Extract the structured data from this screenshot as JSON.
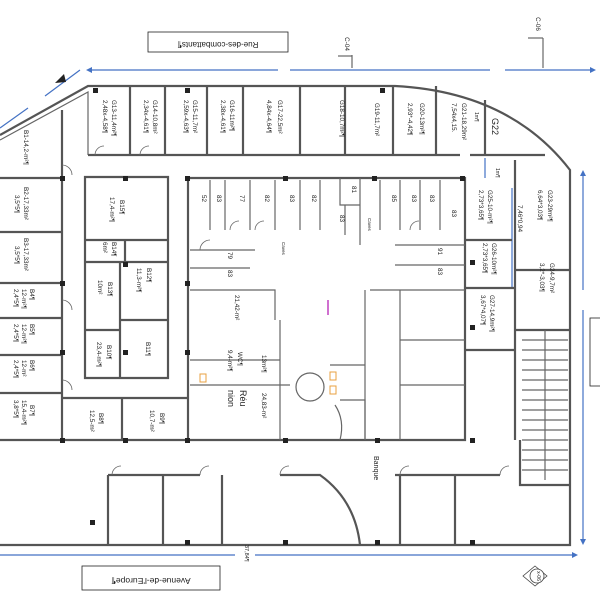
{
  "streets": {
    "top": "Rue-des-combattants¶",
    "bottom": "Avenue-de-l'Europe¶"
  },
  "markers": {
    "c04": "C-04",
    "c06": "C-06",
    "x06": "x-06"
  },
  "dimensions": {
    "bottom": "37,84¶",
    "g25_span": "7,46*0,94",
    "one_m_a": "1m¶",
    "one_m_b": "1m¶"
  },
  "colors": {
    "dimension_line": "#4472c4",
    "wall": "#555555",
    "door_marker": "#e8a040"
  },
  "rooms_top": [
    {
      "name": "G13-11,4m²¶",
      "dim": "2,48x-4,58¶"
    },
    {
      "name": "G14-10,8m²",
      "dim": "2,34x-4,61¶"
    },
    {
      "name": "G15-11,7m²",
      "dim": "2,59x-4,63¶"
    },
    {
      "name": "G16-11m²¶",
      "dim": "2,38x-4,61¶"
    },
    {
      "name": "G17-22,5m²",
      "dim": "4,84x-4,64¶"
    },
    {
      "name": "G18-10,7m²¶",
      "dim": ""
    },
    {
      "name": "G19-11,7m²",
      "dim": ""
    },
    {
      "name": "G20-13m²¶",
      "dim": "2,93*-4,42¶"
    },
    {
      "name": "G21-18,29m²",
      "dim": "7,54x4,15."
    }
  ],
  "g22": "G22",
  "rooms_right": [
    {
      "name": "G23-29m²¶",
      "dim": "6,64*3,03¶"
    },
    {
      "name": "G24-9,7m²",
      "dim": "3,2*-3,03¶"
    },
    {
      "name": "G25-10-m²¶",
      "dim": "2,73*3,65¶"
    },
    {
      "name": "G26-10m²¶",
      "dim": "2,73*3,65¶"
    },
    {
      "name": "G27-14,9m²¶",
      "dim": "3,67*4,07¶"
    }
  ],
  "rooms_left": [
    {
      "name": "B1-14,2-m²¶",
      "dim": ""
    },
    {
      "name": "B2-17,33m²",
      "dim": "3,5*5¶"
    },
    {
      "name": "B3-17,33m²",
      "dim": "3,5*5¶"
    },
    {
      "name": "B4¶",
      "area": "12-m²¶",
      "dim": "2,4*5¶"
    },
    {
      "name": "B5¶",
      "area": "12-m²¶",
      "dim": "2,4*5¶"
    },
    {
      "name": "B6¶",
      "area": "12-m²",
      "dim": "2,4*5¶"
    },
    {
      "name": "B7¶",
      "area": "15,4-m²¶",
      "dim": "3,8*5¶"
    }
  ],
  "rooms_inner": [
    {
      "name": "B15¶",
      "area": "17,4-m²¶"
    },
    {
      "name": "B14¶",
      "area": "6m²"
    },
    {
      "name": "B13¶",
      "area": "10m²"
    },
    {
      "name": "B12¶",
      "area": "11,3-m²¶"
    },
    {
      "name": "B10¶",
      "area": "23,4-m²¶"
    },
    {
      "name": "B11¶",
      "area": ""
    },
    {
      "name": "B8¶",
      "area": "12,5-m²"
    },
    {
      "name": "B9¶",
      "area": "10,7-m²"
    }
  ],
  "central_cells": [
    "52",
    "83",
    "77",
    "82",
    "83",
    "82",
    "81",
    "83",
    "85",
    "83",
    "83",
    "83",
    "79",
    "83",
    "91",
    "83"
  ],
  "central_misc": {
    "caves_a": "Caves",
    "caves_b": "Caves",
    "area_2142": "21,42-m²",
    "wc": "WC¶",
    "wc_area": "9,4-m²¶",
    "small_area": "13m²¶",
    "reunion_1": "Réu",
    "reunion_2": "nion",
    "reunion_area": "24,83-m²",
    "banque": "Banque"
  }
}
